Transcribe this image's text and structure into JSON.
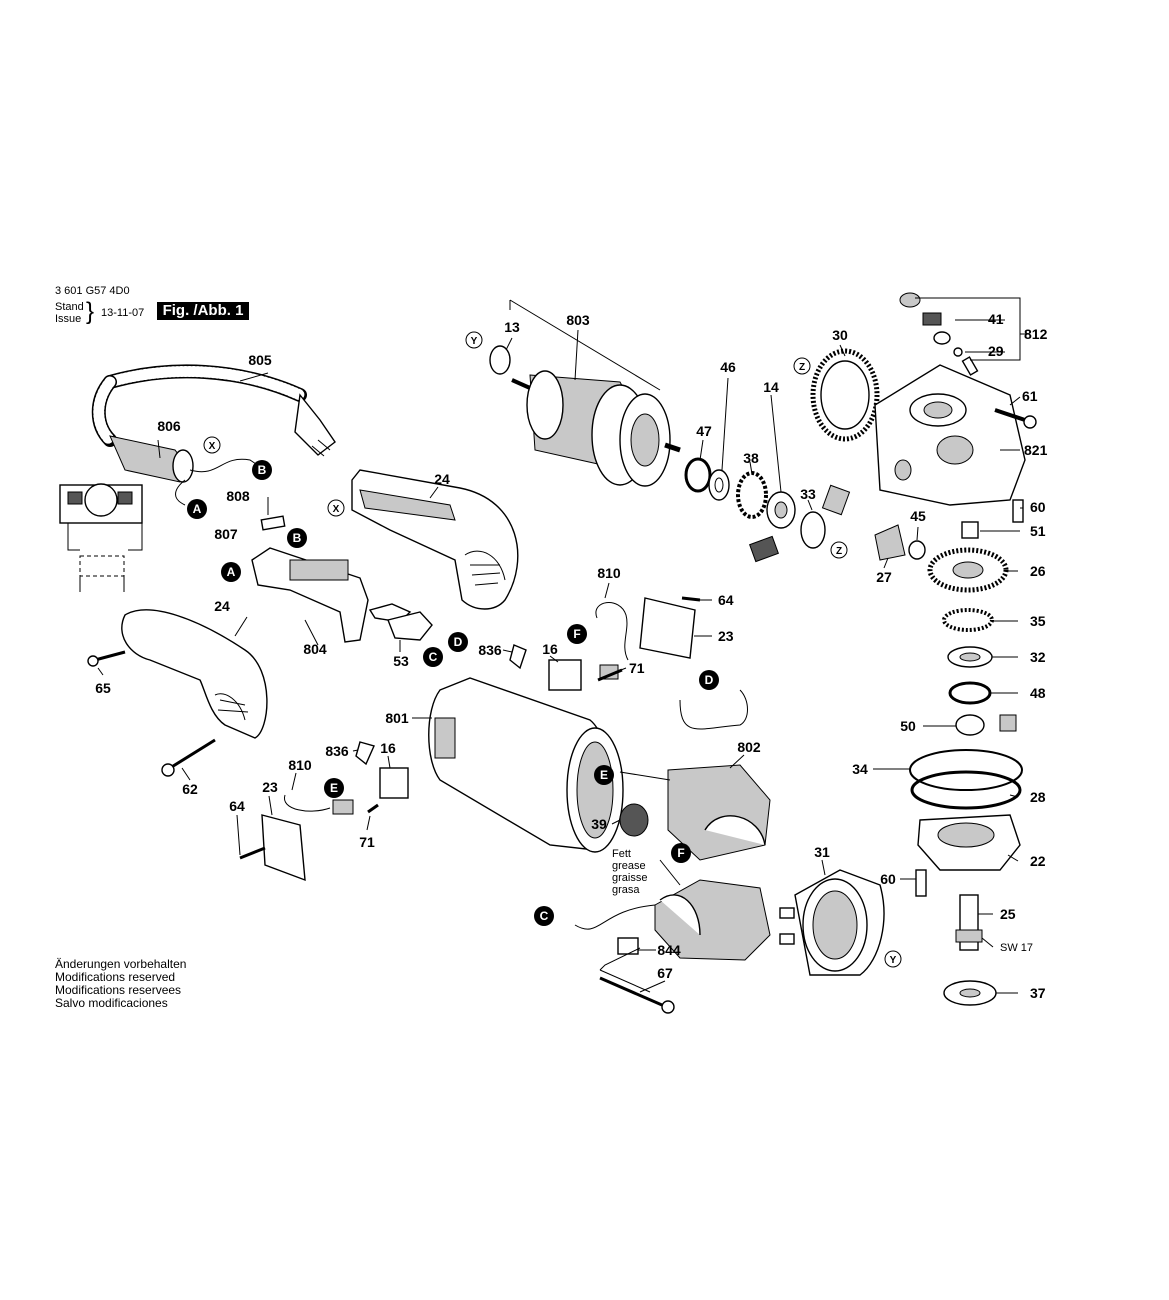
{
  "header": {
    "doc_number": "3 601 G57 4D0",
    "stand_label": "Stand",
    "issue_label": "Issue",
    "date": "13-11-07",
    "figure_label": "Fig. /Abb. 1"
  },
  "footnote": {
    "lines": [
      "Änderungen vorbehalten",
      "Modifications reserved",
      "Modifications reservees",
      "Salvo modificaciones"
    ]
  },
  "connectors": {
    "A": "A",
    "B": "B",
    "C": "C",
    "D": "D",
    "E": "E",
    "F": "F",
    "X": "X",
    "Y": "Y",
    "Z": "Z"
  },
  "grease_note": [
    "Fett",
    "grease",
    "graisse",
    "grasa"
  ],
  "sw_label": "SW 17",
  "parts": {
    "p13": "13",
    "p803": "803",
    "p30": "30",
    "p41": "41",
    "p812": "812",
    "p29": "29",
    "p61": "61",
    "p821": "821",
    "p60a": "60",
    "p51": "51",
    "p46": "46",
    "p14": "14",
    "p47": "47",
    "p38": "38",
    "p33": "33",
    "p45": "45",
    "p27": "27",
    "p26": "26",
    "p805": "805",
    "p806": "806",
    "p808": "808",
    "p807": "807",
    "p24a": "24",
    "p24b": "24",
    "p804": "804",
    "p53": "53",
    "p810a": "810",
    "p64a": "64",
    "p23a": "23",
    "p836a": "836",
    "p16a": "16",
    "p71a": "71",
    "p65": "65",
    "p35": "35",
    "p32": "32",
    "p48": "48",
    "p50": "50",
    "p801": "801",
    "p802": "802",
    "p836b": "836",
    "p16b": "16",
    "p810b": "810",
    "p23b": "23",
    "p62": "62",
    "p64b": "64",
    "p71b": "71",
    "p39": "39",
    "p34": "34",
    "p28": "28",
    "p22": "22",
    "p31": "31",
    "p60b": "60",
    "p25": "25",
    "p844": "844",
    "p67": "67",
    "p37": "37"
  }
}
